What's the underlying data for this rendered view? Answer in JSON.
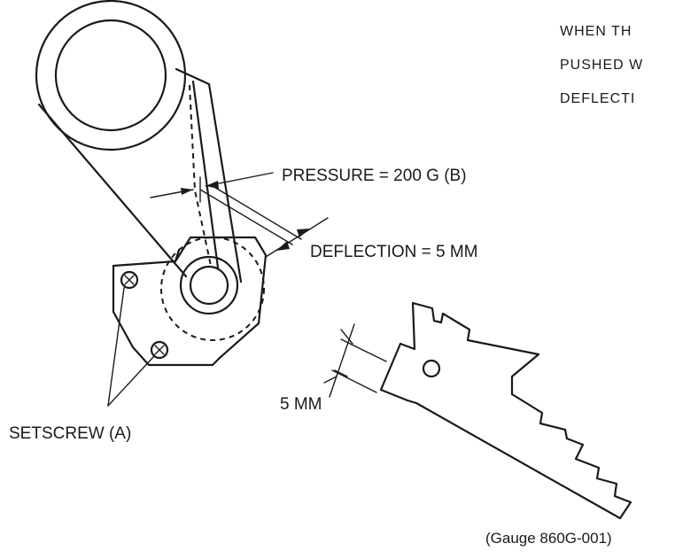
{
  "note": {
    "line1": "WHEN TH",
    "line2": "PUSHED W",
    "line3": "DEFLECTI"
  },
  "callouts": {
    "pressure": "PRESSURE = 200 G (B)",
    "deflection": "DEFLECTION = 5 MM",
    "gap": "5 MM",
    "setscrew": "SETSCREW (A)"
  },
  "caption": "(Gauge 860G-001)"
}
